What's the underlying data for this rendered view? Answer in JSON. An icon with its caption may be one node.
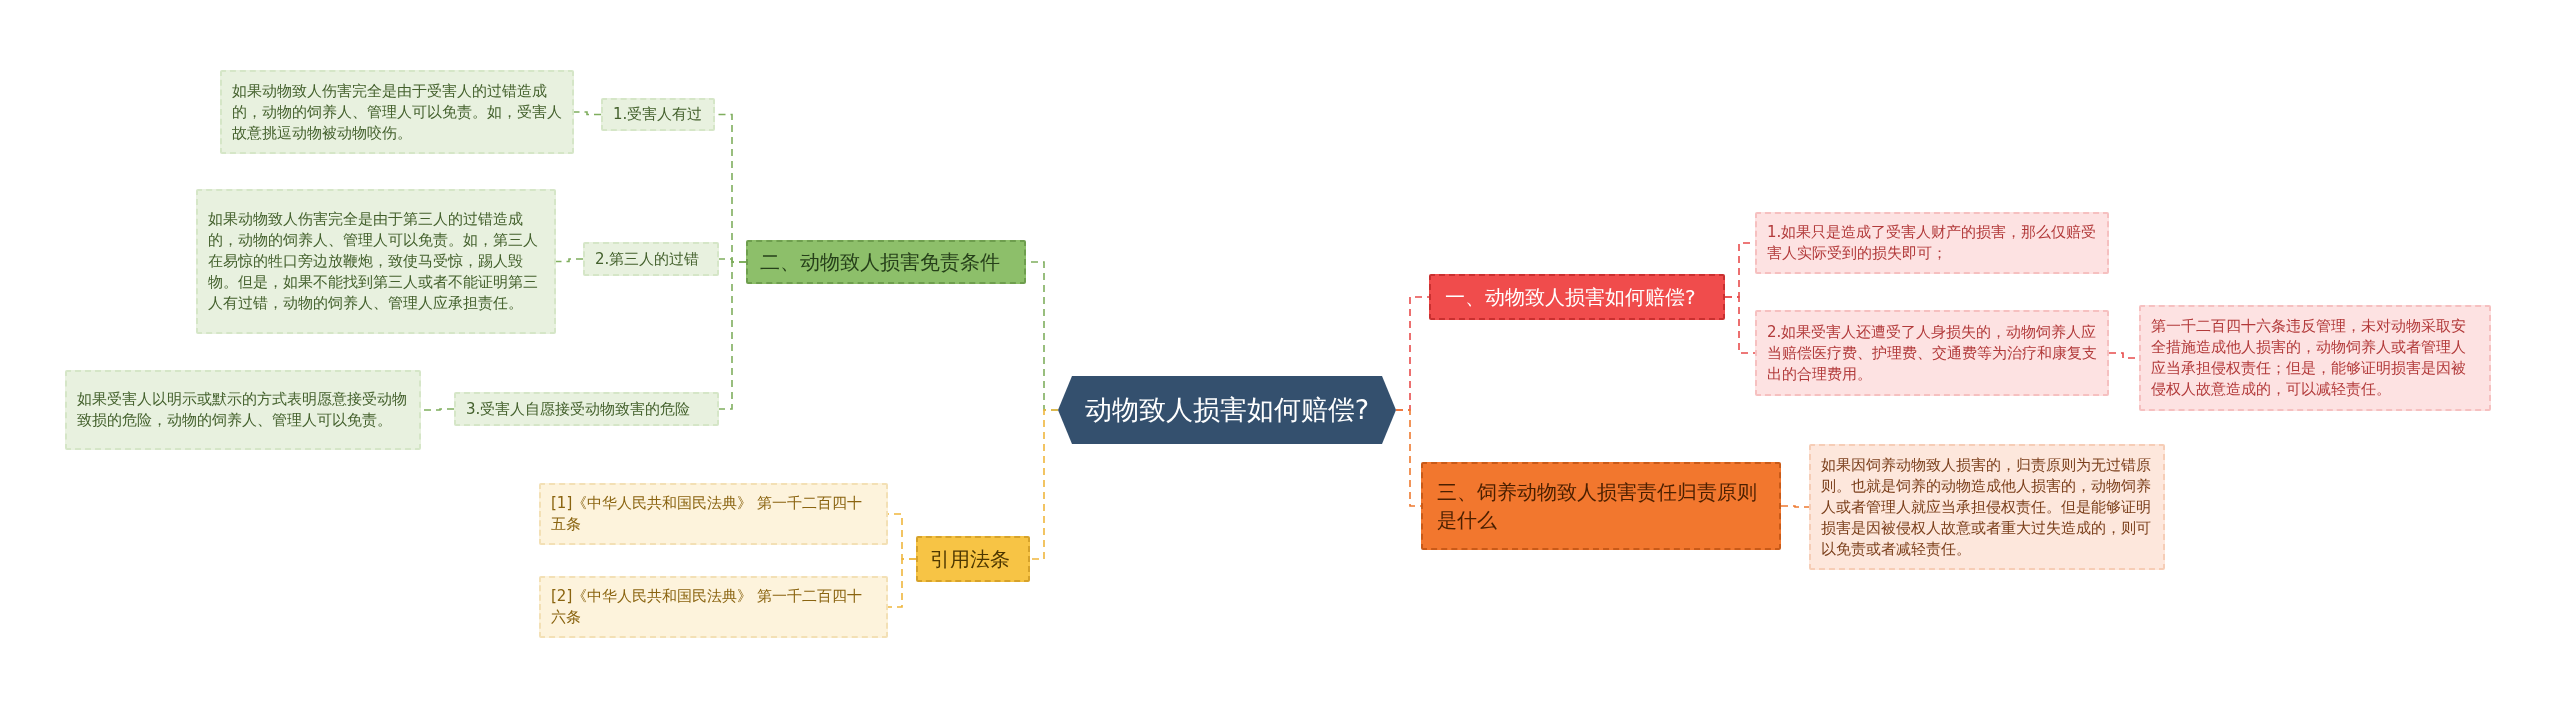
{
  "diagram": {
    "nodes": [
      {
        "text": [
          "动物致人损害如何赔偿?"
        ]
      },
      {
        "text": [
          "一、动物致人损害如何赔偿?"
        ]
      },
      {
        "text": [
          "1.如果只是造成了受害人财产的损害，那么仅赔受害人实际受到的损失即可；"
        ]
      },
      {
        "text": [
          "2.如果受害人还遭受了人身损失的，动物饲养人应当赔偿医疗费、护理费、交通费等为治疗和康复支出的合理费用。"
        ]
      },
      {
        "text": [
          "第一千二百四十六条违反管理，未对动物采取安全措施造成他人损害的，动物饲养人或者管理人应当承担侵权责任；但是，能够证明损害是因被侵权人故意造成的，可以减轻责任。"
        ]
      },
      {
        "text": [
          "三、饲养动物致人损害责任归责原则是什么"
        ]
      },
      {
        "text": [
          "如果因饲养动物致人损害的，归责原则为无过错原则。也就是饲养的动物造成他人损害的，动物饲养人或者管理人就应当承担侵权责任。但是能够证明损害是因被侵权人故意或者重大过失造成的，则可以免责或者减轻责任。"
        ]
      },
      {
        "text": [
          "二、动物致人损害免责条件"
        ]
      },
      {
        "text": [
          "1.受害人有过"
        ]
      },
      {
        "text": [
          "如果动物致人伤害完全是由于受害人的过错造成的，动物的饲养人、管理人可以免责。如，受害人故意挑逗动物被动物咬伤。"
        ]
      },
      {
        "text": [
          "2.第三人的过错"
        ]
      },
      {
        "text": [
          "如果动物致人伤害完全是由于第三人的过错造成的，动物的饲养人、管理人可以免责。如，第三人在易惊的牲口旁边放鞭炮，致使马受惊，踢人毁物。但是，如果不能找到第三人或者不能证明第三人有过错，动物的饲养人、管理人应承担责任。"
        ]
      },
      {
        "text": [
          "3.受害人自愿接受动物致害的危险"
        ]
      },
      {
        "text": [
          "如果受害人以明示或默示的方式表明愿意接受动物致损的危险，动物的饲养人、管理人可以免责。"
        ]
      },
      {
        "text": [
          "引用法条"
        ]
      },
      {
        "text": [
          "[1]《中华人民共和国民法典》 第一千二百四十五条"
        ]
      },
      {
        "text": [
          "[2]《中华人民共和国民法典》 第一千二百四十六条"
        ]
      }
    ],
    "edges": [
      {
        "from": 0,
        "to": 1,
        "arrow": "none",
        "style": "dashed",
        "color": "#e84c4c"
      },
      {
        "from": 1,
        "to": 2,
        "arrow": "none",
        "style": "dashed",
        "color": "#e84c4c"
      },
      {
        "from": 1,
        "to": 3,
        "arrow": "none",
        "style": "dashed",
        "color": "#e84c4c"
      },
      {
        "from": 3,
        "to": 4,
        "arrow": "none",
        "style": "dashed",
        "color": "#e84c4c"
      },
      {
        "from": 0,
        "to": 5,
        "arrow": "none",
        "style": "dashed",
        "color": "#ee7a30"
      },
      {
        "from": 5,
        "to": 6,
        "arrow": "none",
        "style": "dashed",
        "color": "#ee7a30"
      },
      {
        "from": 0,
        "to": 7,
        "arrow": "none",
        "style": "dashed",
        "color": "#7fae5e"
      },
      {
        "from": 7,
        "to": 8,
        "arrow": "none",
        "style": "dashed",
        "color": "#7fae5e"
      },
      {
        "from": 7,
        "to": 10,
        "arrow": "none",
        "style": "dashed",
        "color": "#7fae5e"
      },
      {
        "from": 7,
        "to": 12,
        "arrow": "none",
        "style": "dashed",
        "color": "#7fae5e"
      },
      {
        "from": 8,
        "to": 9,
        "arrow": "none",
        "style": "dashed",
        "color": "#7fae5e"
      },
      {
        "from": 10,
        "to": 11,
        "arrow": "none",
        "style": "dashed",
        "color": "#7fae5e"
      },
      {
        "from": 12,
        "to": 13,
        "arrow": "none",
        "style": "dashed",
        "color": "#7fae5e"
      },
      {
        "from": 0,
        "to": 14,
        "arrow": "none",
        "style": "dashed",
        "color": "#efb63c"
      },
      {
        "from": 14,
        "to": 15,
        "arrow": "none",
        "style": "dashed",
        "color": "#efb63c"
      },
      {
        "from": 14,
        "to": 16,
        "arrow": "none",
        "style": "dashed",
        "color": "#efb63c"
      }
    ]
  }
}
